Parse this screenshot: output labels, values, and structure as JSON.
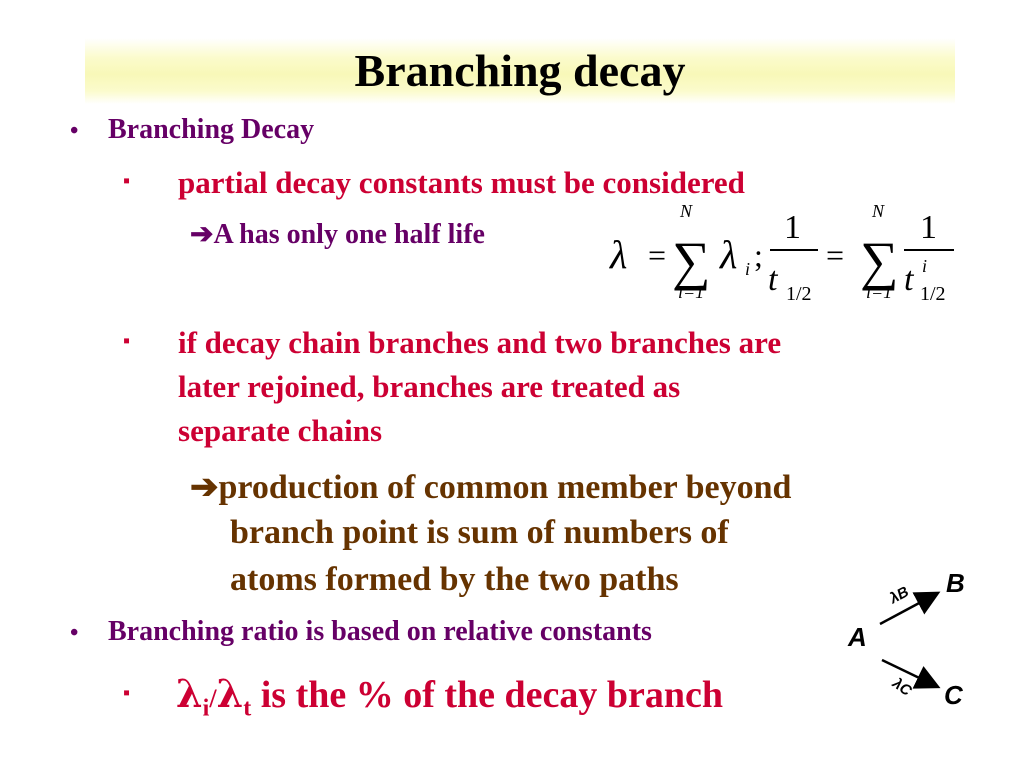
{
  "slide": {
    "title": "Branching decay",
    "bullet1": "Branching Decay",
    "sub1": "partial decay constants must be considered",
    "arrow1": "A has only one half life",
    "sub2_line1": "if decay chain branches and two branches are",
    "sub2_line2": "later rejoined, branches are treated as",
    "sub2_line3": "separate chains",
    "arrow2_line1": "production of common member beyond",
    "arrow2_line2": "branch point is sum of numbers of",
    "arrow2_line3": "atoms formed by the two paths",
    "bullet2": "Branching ratio is based on relative constants",
    "sub3_lambda": "λ",
    "sub3_i": "i",
    "sub3_slash": "/",
    "sub3_t": "t",
    "sub3_rest": " is the % of the decay branch"
  },
  "formula": {
    "lambda": "λ",
    "equals": "=",
    "sigma": "∑",
    "upper": "N",
    "lower": "i=1",
    "lambda_i": "λ",
    "sub_i": "i",
    "semicolon": ";",
    "one": "1",
    "t": "t",
    "half": "1/2",
    "sup_i": "i"
  },
  "diagram": {
    "node_a": "A",
    "node_b": "B",
    "node_c": "C",
    "label_b": "λB",
    "label_c": "λC"
  },
  "colors": {
    "purple": "#660066",
    "red": "#cc0033",
    "brown": "#663300",
    "title_band": "#f8f8b8"
  },
  "icons": {
    "bullet_round": "round-bullet-icon",
    "bullet_square": "square-bullet-icon",
    "arrow": "right-arrow-icon"
  }
}
